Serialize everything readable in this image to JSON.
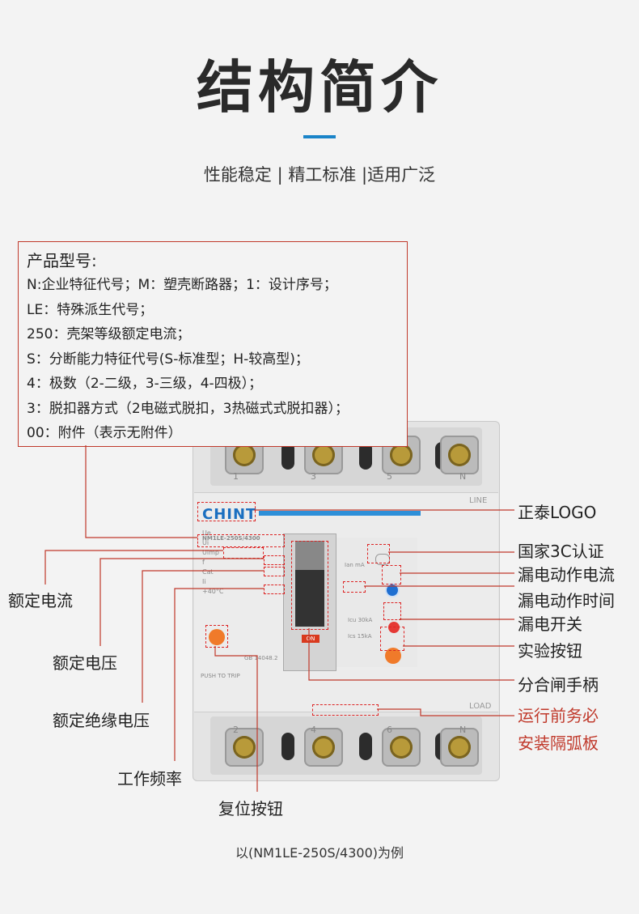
{
  "title": "结构简介",
  "subtitle": "性能稳定 | 精工标准 |适用广泛",
  "model_box": {
    "heading": "产品型号:",
    "lines": [
      "N:企业特征代号；M：塑壳断路器；1：设计序号；",
      "LE：特殊派生代号；",
      "250：壳架等级额定电流；",
      "S：分断能力特征代号(S-标准型；H-较高型)；",
      "4：极数（2-二级，3-三级，4-四极）；",
      "3：脱扣器方式（2电磁式脱扣，3热磁式式脱扣器）；",
      "00：附件（表示无附件）"
    ]
  },
  "breaker": {
    "brand": "CHINT",
    "line_mark": "LINE",
    "load_mark": "LOAD",
    "on_mark": "ON",
    "model_code": "NM1LE-250S/4300",
    "top_terminals": [
      "1",
      "3",
      "5",
      "N"
    ],
    "bottom_terminals": [
      "2",
      "4",
      "6",
      "N"
    ],
    "push_to_trip": "PUSH TO TRIP",
    "standard": "GB 14048.2"
  },
  "labels": {
    "logo": "正泰LOGO",
    "ccc": "国家3C认证",
    "leak_current": "漏电动作电流",
    "leak_time": "漏电动作时间",
    "leak_switch": "漏电开关",
    "test_button": "实验按钮",
    "handle": "分合闸手柄",
    "arc_plate_1": "运行前务必",
    "arc_plate_2": "安装隔弧板",
    "rated_current": "额定电流",
    "rated_voltage": "额定电压",
    "rated_insulation": "额定绝缘电压",
    "frequency": "工作频率",
    "reset_button": "复位按钮"
  },
  "caption": "以(NM1LE-250S/4300)为例",
  "colors": {
    "accent_blue": "#1a84c8",
    "highlight_red": "#c0392b"
  }
}
